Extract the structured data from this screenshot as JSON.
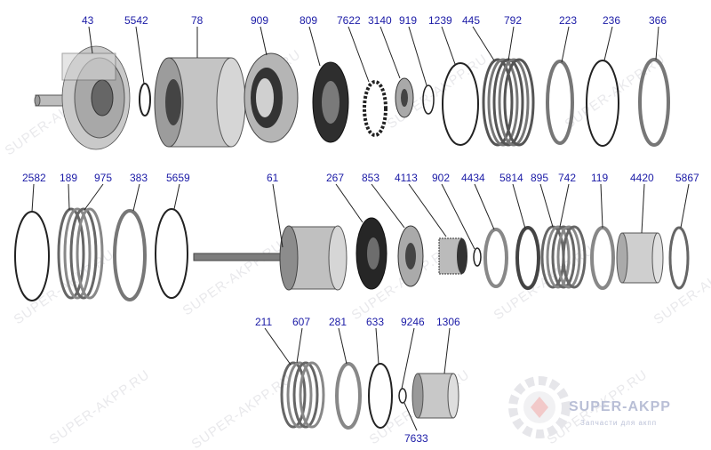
{
  "watermark": {
    "text": "SUPER-AKPP.RU"
  },
  "logo": {
    "name": "SUPER-AKPP",
    "tagline": "Запчасти для акпп"
  },
  "colors": {
    "label": "#1a1aa6",
    "watermark": "#e9e9ec",
    "logo": "#b9bfd6"
  },
  "labels": {
    "n43": "43",
    "n5542": "5542",
    "n78": "78",
    "n909": "909",
    "n809": "809",
    "n7622": "7622",
    "n3140": "3140",
    "n919": "919",
    "n1239": "1239",
    "n445": "445",
    "n792": "792",
    "n223": "223",
    "n236": "236",
    "n366": "366",
    "n2582": "2582",
    "n189": "189",
    "n975": "975",
    "n383": "383",
    "n5659": "5659",
    "n61": "61",
    "n267": "267",
    "n853": "853",
    "n4113": "4113",
    "n902": "902",
    "n4434": "4434",
    "n5814": "5814",
    "n895": "895",
    "n742": "742",
    "n119": "119",
    "n4420": "4420",
    "n5867": "5867",
    "n211": "211",
    "n607": "607",
    "n281": "281",
    "n633": "633",
    "n9246": "9246",
    "n1306": "1306",
    "n7633": "7633"
  }
}
